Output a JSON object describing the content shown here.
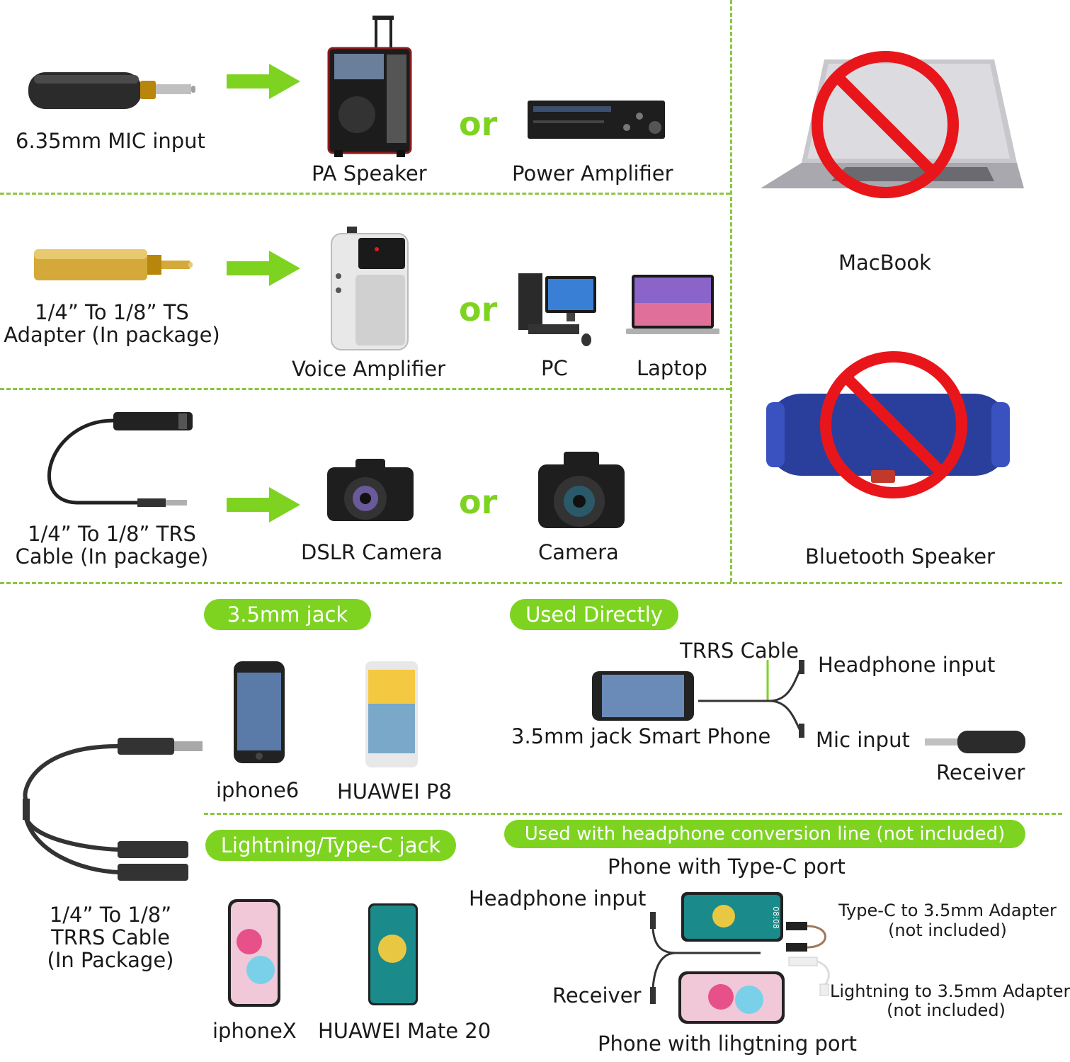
{
  "section1": {
    "source_label": "6.35mm MIC input",
    "target1_label": "PA Speaker",
    "or_label": "or",
    "target2_label": "Power Amplifier"
  },
  "section2": {
    "source_label_line1": "1/4” To 1/8” TS",
    "source_label_line2": "Adapter (In package)",
    "target1_label": "Voice Amplifier",
    "or_label": "or",
    "target2_label": "PC",
    "target3_label": "Laptop"
  },
  "section3": {
    "source_label_line1": "1/4” To 1/8” TRS",
    "source_label_line2": "Cable (In package)",
    "target1_label": "DSLR Camera",
    "or_label": "or",
    "target2_label": "Camera"
  },
  "not_supported": {
    "item1_label": "MacBook",
    "item2_label": "Bluetooth Speaker"
  },
  "bottom": {
    "cable_label_line1": "1/4” To 1/8”",
    "cable_label_line2": "TRRS Cable",
    "cable_label_line3": "(In Package)",
    "jack35": {
      "pill": "3.5mm jack",
      "phone1": "iphone6",
      "phone2": "HUAWEI P8"
    },
    "used_directly": {
      "pill": "Used Directly",
      "trrs_cable": "TRRS Cable",
      "headphone_input": "Headphone input",
      "smartphone": "3.5mm jack Smart Phone",
      "mic_input": "Mic input",
      "receiver": "Receiver"
    },
    "lightning": {
      "pill": "Lightning/Type-C jack",
      "phone1": "iphoneX",
      "phone2": "HUAWEI Mate 20"
    },
    "conversion": {
      "pill": "Used with headphone conversion line (not included)",
      "typec_phone": "Phone with Type-C port",
      "headphone_input": "Headphone input",
      "typec_adapter_line1": "Type-C to 3.5mm Adapter",
      "typec_adapter_line2": "(not included)",
      "receiver": "Receiver",
      "lightning_adapter_line1": "Lightning to 3.5mm Adapter",
      "lightning_adapter_line2": "(not included)",
      "lightning_phone": "Phone with lihgtning port",
      "phone_time": "08:08"
    }
  },
  "colors": {
    "accent_green": "#7ed321",
    "dash_green": "#8cc63f",
    "prohibited_red": "#e8161b",
    "speaker_blue": "#2a3f9c"
  }
}
